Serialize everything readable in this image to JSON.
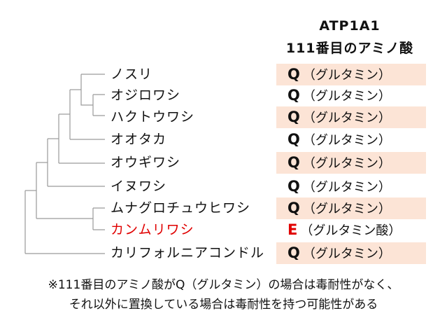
{
  "header": {
    "line1": "ATP1A1",
    "line2": "111番目のアミノ酸"
  },
  "colors": {
    "highlight_row": "#fce4d6",
    "highlight_text": "#e00000"
  },
  "rows": [
    {
      "species": "ノスリ",
      "code": "Q",
      "amino": "（グルタミン）",
      "highlight": false
    },
    {
      "species": "オジロワシ",
      "code": "Q",
      "amino": "（グルタミン）",
      "highlight": false
    },
    {
      "species": "ハクトウワシ",
      "code": "Q",
      "amino": "（グルタミン）",
      "highlight": false
    },
    {
      "species": "オオタカ",
      "code": "Q",
      "amino": "（グルタミン）",
      "highlight": false
    },
    {
      "species": "オウギワシ",
      "code": "Q",
      "amino": "（グルタミン）",
      "highlight": false
    },
    {
      "species": "イヌワシ",
      "code": "Q",
      "amino": "（グルタミン）",
      "highlight": false
    },
    {
      "species": "ムナグロチュウヒワシ",
      "code": "Q",
      "amino": "（グルタミン）",
      "highlight": false
    },
    {
      "species": "カンムリワシ",
      "code": "E",
      "amino": "（グルタミン酸）",
      "highlight": true
    },
    {
      "species": "カリフォルニアコンドル",
      "code": "Q",
      "amino": "（グルタミン）",
      "highlight": false
    }
  ],
  "note": {
    "line1": "※111番目のアミノ酸がQ（グルタミン）の場合は毒耐性がなく、",
    "line2": "それ以外に置換している場合は毒耐性を持つ可能性がある"
  }
}
